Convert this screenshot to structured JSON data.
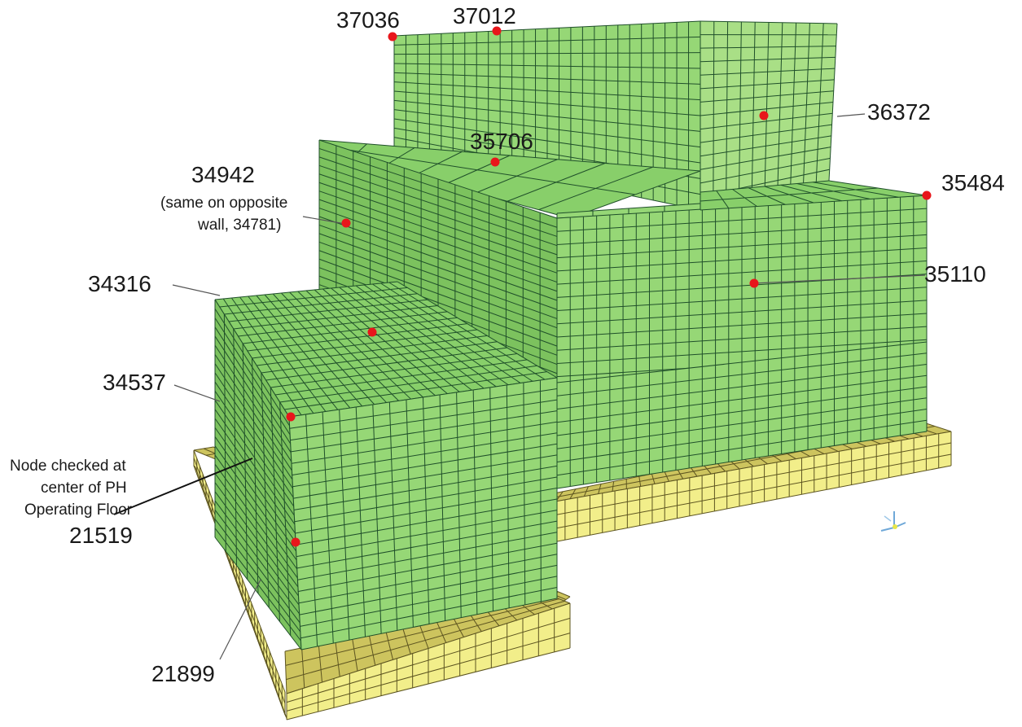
{
  "colors": {
    "wall_face": "#96d776",
    "wall_face_light": "#a9df86",
    "wall_face_dark": "#7cc25e",
    "wall_top": "#88cf6a",
    "mesh_green": "#1f4f2a",
    "foundation_face": "#f2ee8a",
    "foundation_top": "#cdc45e",
    "mesh_yellow": "#5c5420",
    "node": "#e8161b",
    "leader": "#555555"
  },
  "labels": {
    "n37036": "37036",
    "n37012": "37012",
    "n36372": "36372",
    "n35706": "35706",
    "n35484": "35484",
    "n34942": "34942",
    "n34942_note_line1": "(same on opposite",
    "n34942_note_line2": "wall, 34781)",
    "n34316": "34316",
    "n35110": "35110",
    "n34537": "34537",
    "n21519_note_line1": "Node checked at",
    "n21519_note_line2": "center of PH",
    "n21519_note_line3": "Operating Floor",
    "n21519": "21519",
    "n21899": "21899"
  },
  "icons": {
    "axis_triad": "xyz-axis-triad-icon"
  }
}
